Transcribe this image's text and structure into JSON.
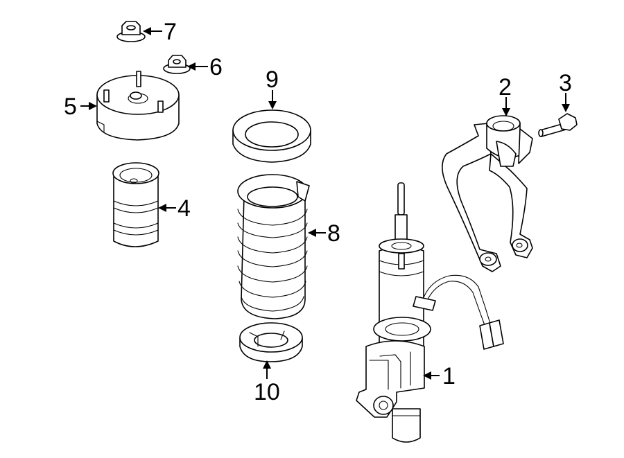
{
  "callouts": {
    "c1": "1",
    "c2": "2",
    "c3": "3",
    "c4": "4",
    "c5": "5",
    "c6": "6",
    "c7": "7",
    "c8": "8",
    "c9": "9",
    "c10": "10"
  },
  "colors": {
    "line": "#000000",
    "fill": "#ffffff"
  }
}
